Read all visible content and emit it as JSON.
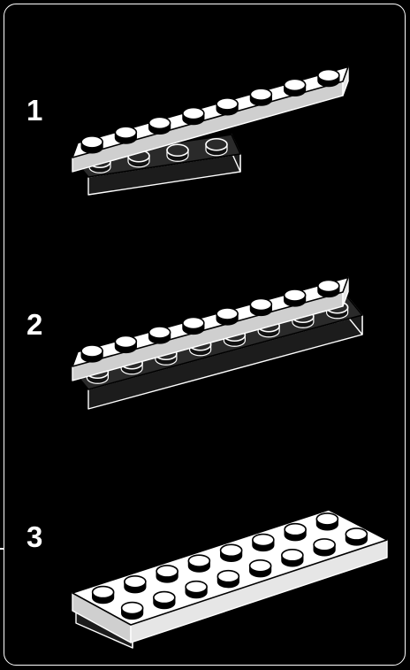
{
  "steps": [
    {
      "number": "1"
    },
    {
      "number": "2"
    },
    {
      "number": "3"
    }
  ],
  "colors": {
    "background": "#000000",
    "outline": "#ffffff",
    "white_brick_top": "#ffffff",
    "white_brick_side": "#e6e6e6",
    "white_brick_front": "#cfcfcf",
    "dark_brick_top": "#2a2a2a",
    "dark_brick_side": "#1c1c1c"
  },
  "icons": [
    "lego-plate-1x8-white",
    "lego-plate-1x4-dark",
    "lego-plate-2x8-white"
  ]
}
